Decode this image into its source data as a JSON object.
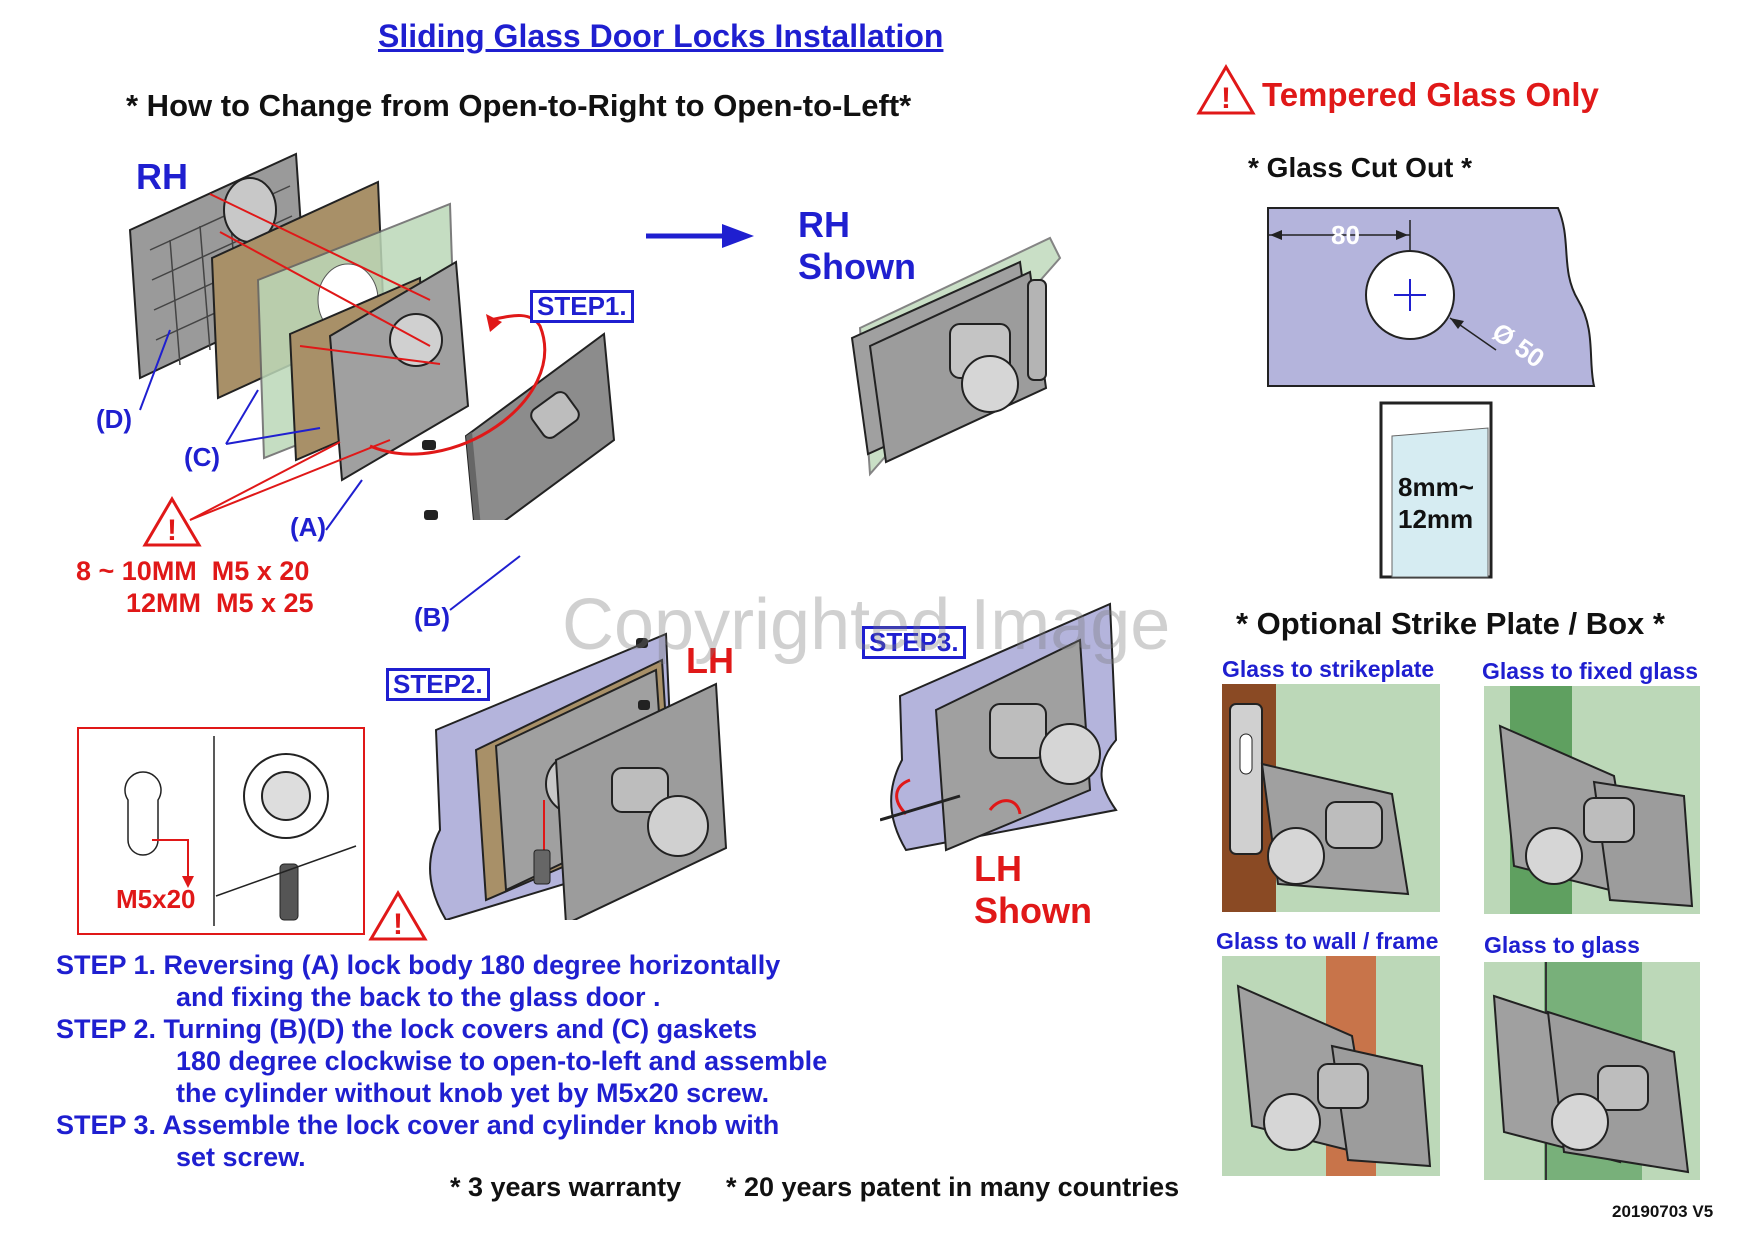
{
  "title": "Sliding Glass Door Locks Installation",
  "subtitle": "* How to Change from Open-to-Right to Open-to-Left*",
  "warning_title": "Tempered Glass Only",
  "rh_label": "RH",
  "rh_shown": [
    "RH",
    "Shown"
  ],
  "lh_label": "LH",
  "lh_shown": [
    "LH",
    "Shown"
  ],
  "step_tags": [
    "STEP1.",
    "STEP2.",
    "STEP3."
  ],
  "part_labels": {
    "d": "(D)",
    "c": "(C)",
    "a": "(A)",
    "b": "(B)"
  },
  "screw_spec": [
    "8 ~ 10MM  M5 x 20",
    "12MM  M5 x 25"
  ],
  "inset_screw": "M5x20",
  "glass_cutout": {
    "heading": "* Glass Cut Out *",
    "width": "80",
    "diameter": "Ø 50"
  },
  "glass_thickness": [
    "8mm~",
    "12mm"
  ],
  "optional": {
    "heading": "* Optional Strike Plate / Box *",
    "items": [
      "Glass to strikeplate",
      "Glass to fixed glass",
      "Glass to wall / frame",
      "Glass to glass"
    ]
  },
  "steps": [
    "STEP 1. Reversing (A) lock body 180 degree horizontally",
    "and fixing the back to the glass door .",
    "STEP 2. Turning (B)(D) the lock covers and (C) gaskets",
    "180 degree clockwise to open-to-left and assemble",
    "the cylinder without knob yet by M5x20 screw.",
    "STEP 3.  Assemble the lock cover and cylinder knob with",
    "set screw."
  ],
  "footer": {
    "warranty": "* 3 years warranty",
    "patent": "* 20 years patent in many countries",
    "version": "20190703 V5"
  },
  "watermark": "Copyrighted Image",
  "colors": {
    "blue": "#1f1fd0",
    "red": "#e01818",
    "glass": "#b4b4dc",
    "metal": "#b8b8b8"
  },
  "icons": [
    "warning-triangle-icon",
    "arrow-right-icon"
  ]
}
